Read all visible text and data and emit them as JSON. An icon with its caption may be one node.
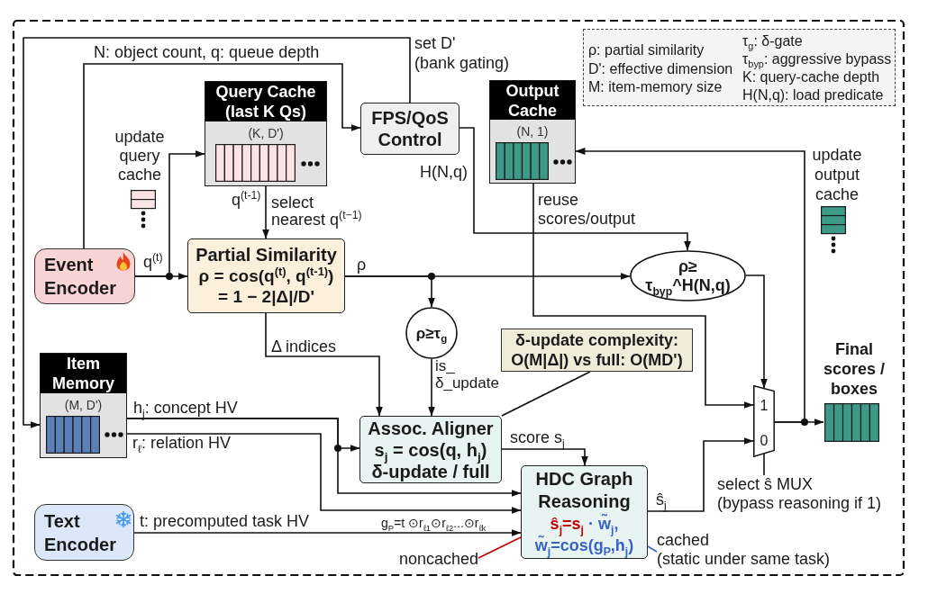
{
  "diagram": {
    "nodes": [
      {
        "text": [
          "Query Cache (last K Qs)",
          "(K, D')"
        ]
      },
      {
        "text": [
          "FPS/QoS Control"
        ]
      },
      {
        "text": [
          "Output Cache",
          "(N, 1)"
        ]
      },
      {
        "text": [
          "Event Encoder"
        ]
      },
      {
        "text": [
          "Partial Similarity",
          "ρ = cos(q$^{(t)}$, q$^{(t-1)}$) = 1 − 2|Δ|/D'"
        ]
      },
      {
        "text": [
          "ρ≥ τ$_{byp}$^H(N,q)"
        ]
      },
      {
        "text": [
          "ρ≥τ$_{g}$"
        ]
      },
      {
        "text": [
          "δ-update complexity: O(M|Δ|) vs full: O(MD')"
        ]
      },
      {
        "text": [
          "Final scores / boxes"
        ]
      },
      {
        "text": [
          "Item Memory",
          "(M, D')"
        ]
      },
      {
        "text": [
          "Assoc. Aligner",
          "s$_{j}$ = cos(q, h$_{j}$)",
          "δ-update / full"
        ]
      },
      {
        "text": [
          "1",
          "0"
        ]
      },
      {
        "text": [
          "select ŝ MUX (bypass reasoning if 1)"
        ]
      },
      {
        "text": [
          "HDC Graph Reasoning",
          "ŝ$_{j}$=s$_{j}$",
          "· w̃$_{j}$,",
          "w̃$_{j}$=cos(g$_{P}$,h$_{j}$)"
        ]
      },
      {
        "text": [
          "Text Encoder"
        ]
      },
      {
        "text": [
          "noncached"
        ]
      },
      {
        "text": [
          "cached (static under same task)"
        ]
      }
    ],
    "edges": [
      {
        "from": 1,
        "to": 9,
        "arrow": "to",
        "label": "set D' (bank gating)"
      },
      {
        "from": 3,
        "to": 1,
        "arrow": "to",
        "label": "N: object count, q: queue depth"
      },
      {
        "from": 3,
        "to": 4,
        "arrow": "to",
        "label": "q$^{(t)}$"
      },
      {
        "from": 3,
        "to": 0,
        "arrow": "to",
        "label": "update query cache"
      },
      {
        "from": 0,
        "to": 4,
        "arrow": "to",
        "label": "select nearest q$^{(t−1)}$"
      },
      {
        "from": 1,
        "to": 5,
        "arrow": "to",
        "label": "H(N,q)"
      },
      {
        "from": 2,
        "to": 11,
        "arrow": "to",
        "label": "reuse scores/output"
      },
      {
        "from": 4,
        "to": 5,
        "arrow": "to",
        "label": "ρ"
      },
      {
        "from": 4,
        "to": 6,
        "arrow": "to"
      },
      {
        "from": 5,
        "to": 11,
        "arrow": "to"
      },
      {
        "from": 6,
        "to": 10,
        "arrow": "to",
        "label": "is_ δ_update"
      },
      {
        "from": 4,
        "to": 10,
        "arrow": "to",
        "label": "Δ indices"
      },
      {
        "from": 9,
        "to": 10,
        "arrow": "to",
        "label": "h$_{j}$: concept HV"
      },
      {
        "from": 9,
        "to": 13,
        "arrow": "to"
      },
      {
        "from": 9,
        "to": 13,
        "arrow": "to",
        "label": "r$_{ℓ}$: relation HV"
      },
      {
        "from": 14,
        "to": 13,
        "arrow": "to",
        "label": "t: precomputed task HV"
      },
      {
        "from": 10,
        "to": 13,
        "arrow": "to",
        "label": "score s$_{j}$"
      },
      {
        "from": 13,
        "to": 11,
        "arrow": "to",
        "label": "ŝ$_{j}$"
      },
      {
        "from": 11,
        "to": 8,
        "arrow": "to"
      },
      {
        "from": 11,
        "to": 2,
        "arrow": "to",
        "label": "update output cache"
      },
      {
        "from": 7,
        "to": 10,
        "arrow": "none"
      },
      {
        "from": 12,
        "to": 11,
        "arrow": "none"
      },
      {
        "from": 15,
        "to": 13,
        "arrow": "none",
        "color": "#c00000"
      },
      {
        "from": 16,
        "to": 13,
        "arrow": "none",
        "color": "#3a62c0"
      }
    ],
    "labels": [
      "q$^{(t-1)}$",
      "g$_{P}$=t ⊙r$_{ℓ1}$⊙r$_{ℓ2}$...⊙r$_{ℓk}$"
    ],
    "legend": [
      {
        "text": "ρ: partial similarity"
      },
      {
        "text": "D': effective dimension"
      },
      {
        "text": "M: item-memory size"
      },
      {
        "text": "τ$_{g}$: δ-gate"
      },
      {
        "text": "τ$_{byp}$: aggressive bypass"
      },
      {
        "text": "K: query-cache depth"
      },
      {
        "text": "H(N,q): load predicate"
      }
    ]
  }
}
